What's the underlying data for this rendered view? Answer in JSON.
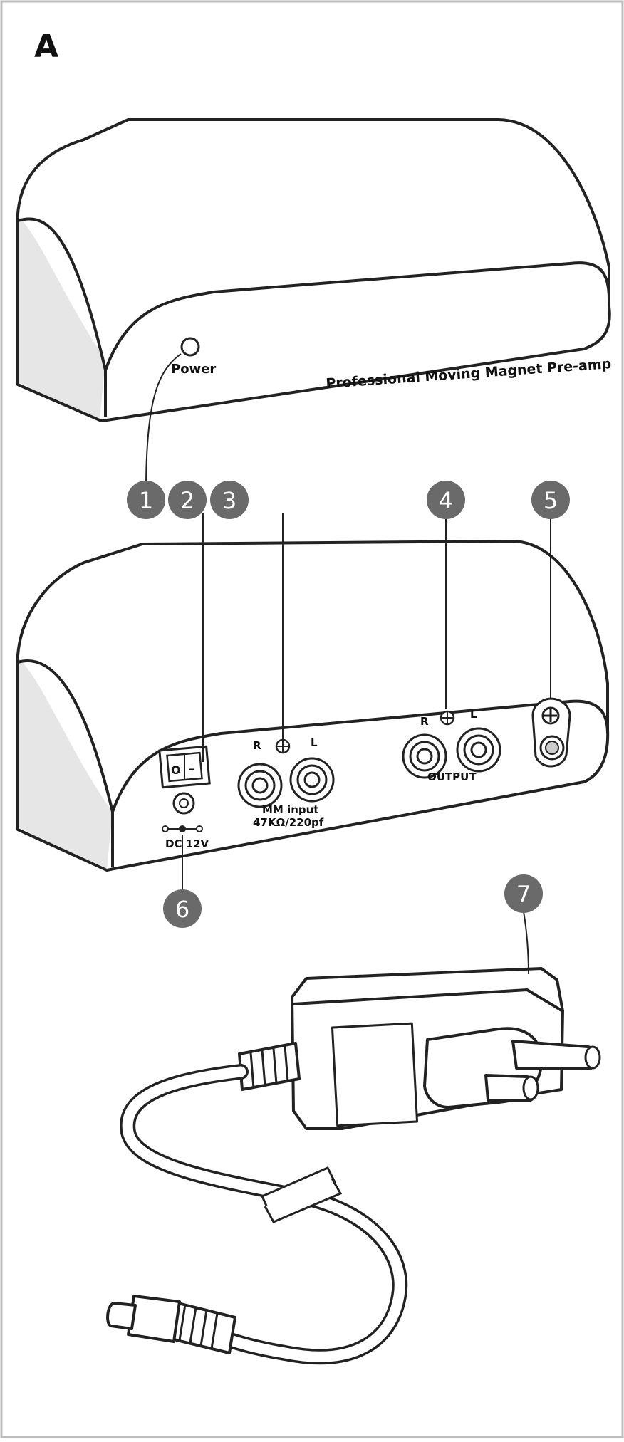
{
  "figure": {
    "panel_letter": "A"
  },
  "top_unit": {
    "power_label": "Power",
    "front_text": "Professional Moving Magnet Pre-amp"
  },
  "rear_panel": {
    "switch_off_mark": "O",
    "switch_on_mark": "–",
    "input_r": "R",
    "input_l": "L",
    "input_label_line1": "MM input",
    "input_label_line2": "47KΩ/220pf",
    "output_r": "R",
    "output_l": "L",
    "output_label": "OUTPUT",
    "dc_label": "DC 12V"
  },
  "callouts": [
    "1",
    "2",
    "3",
    "4",
    "5",
    "6",
    "7"
  ],
  "colors": {
    "callout_fill": "#6a6a6a",
    "callout_text": "#ffffff",
    "line": "#222222",
    "shadow": "#e6e6e6",
    "frame": "#bdbdbd"
  }
}
